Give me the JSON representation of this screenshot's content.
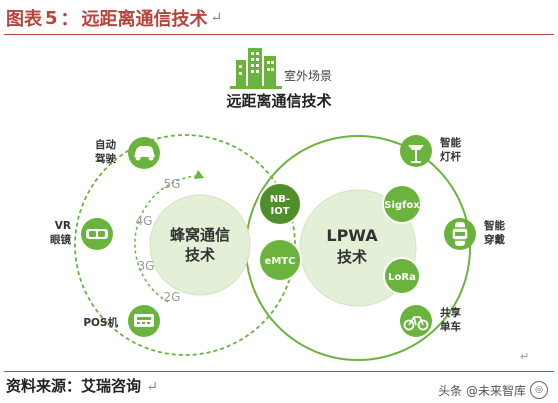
{
  "header": {
    "title_prefix": "图表",
    "title_number": "5",
    "title_colon": "：",
    "title_text": "远距离通信技术",
    "return_mark": "↵"
  },
  "diagram": {
    "scene_label": "室外场景",
    "main_title": "远距离通信技术",
    "left_circle": {
      "line1": "蜂窝通信",
      "line2": "技术"
    },
    "right_circle": {
      "line1": "LPWA",
      "line2": "技术"
    },
    "generations": [
      "5G",
      "4G",
      "3G",
      "2G"
    ],
    "overlap_nodes": [
      {
        "line1": "NB-",
        "line2": "IOT"
      },
      {
        "line1": "eMTC",
        "line2": ""
      }
    ],
    "lpwa_nodes": [
      "Sigfox",
      "LoRa"
    ],
    "left_apps": [
      {
        "line1": "自动",
        "line2": "驾驶"
      },
      {
        "line1": "VR",
        "line2": "眼镜"
      },
      {
        "line1": "POS机",
        "line2": ""
      }
    ],
    "right_apps": [
      {
        "line1": "智能",
        "line2": "灯杆"
      },
      {
        "line1": "智能",
        "line2": "穿戴"
      },
      {
        "line1": "共享",
        "line2": "单车"
      }
    ],
    "colors": {
      "primary_green": "#6ab43e",
      "dark_green": "#4e8f2a",
      "light_green_fill": "#e3efd6",
      "generation_gray": "#9a9a9a"
    }
  },
  "footer": {
    "source": "资料来源：艾瑞咨询",
    "return_mark": "↵",
    "watermark": "头条 @未来智库"
  }
}
